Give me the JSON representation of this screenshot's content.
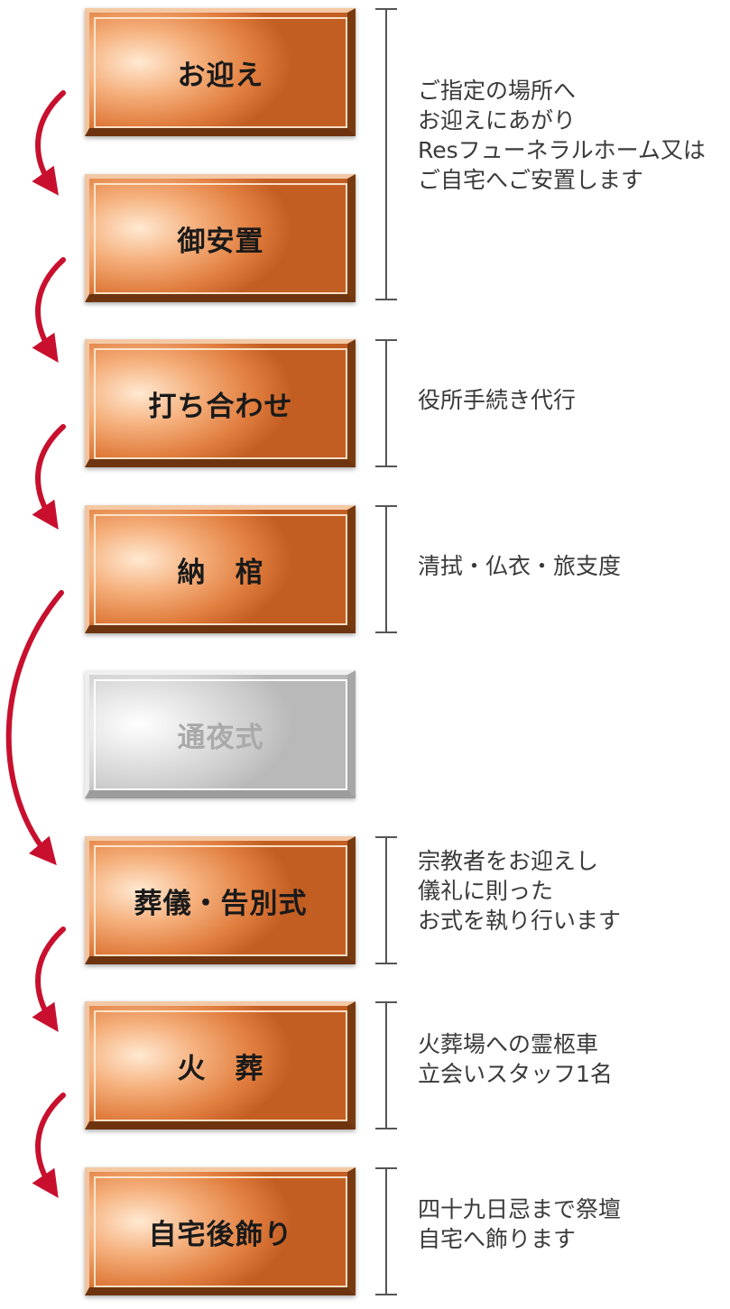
{
  "steps": [
    {
      "label": "お迎え"
    },
    {
      "label": "御安置"
    },
    {
      "label": "打ち合わせ"
    },
    {
      "label": "納　棺"
    },
    {
      "label": "通夜式"
    },
    {
      "label": "葬儀・告別式"
    },
    {
      "label": "火　葬"
    },
    {
      "label": "自宅後飾り"
    }
  ],
  "notes": [
    {
      "lines": [
        "ご指定の場所へ",
        "お迎えにあがり",
        "Resフューネラルホーム又は",
        "ご自宅へご安置します"
      ]
    },
    {
      "lines": [
        "役所手続き代行"
      ]
    },
    {
      "lines": [
        "清拭・仏衣・旅支度"
      ]
    },
    {
      "lines": [
        "宗教者をお迎えし",
        "儀礼に則った",
        "お式を執り行います"
      ]
    },
    {
      "lines": [
        "火葬場への霊柩車",
        "立会いスタッフ1名"
      ]
    },
    {
      "lines": [
        "四十九日忌まで祭壇",
        "自宅へ飾ります"
      ]
    }
  ],
  "colors": {
    "arrow": "#c8102e",
    "active_step": "#e07d3e",
    "skipped_step": "#c9c9c9"
  }
}
